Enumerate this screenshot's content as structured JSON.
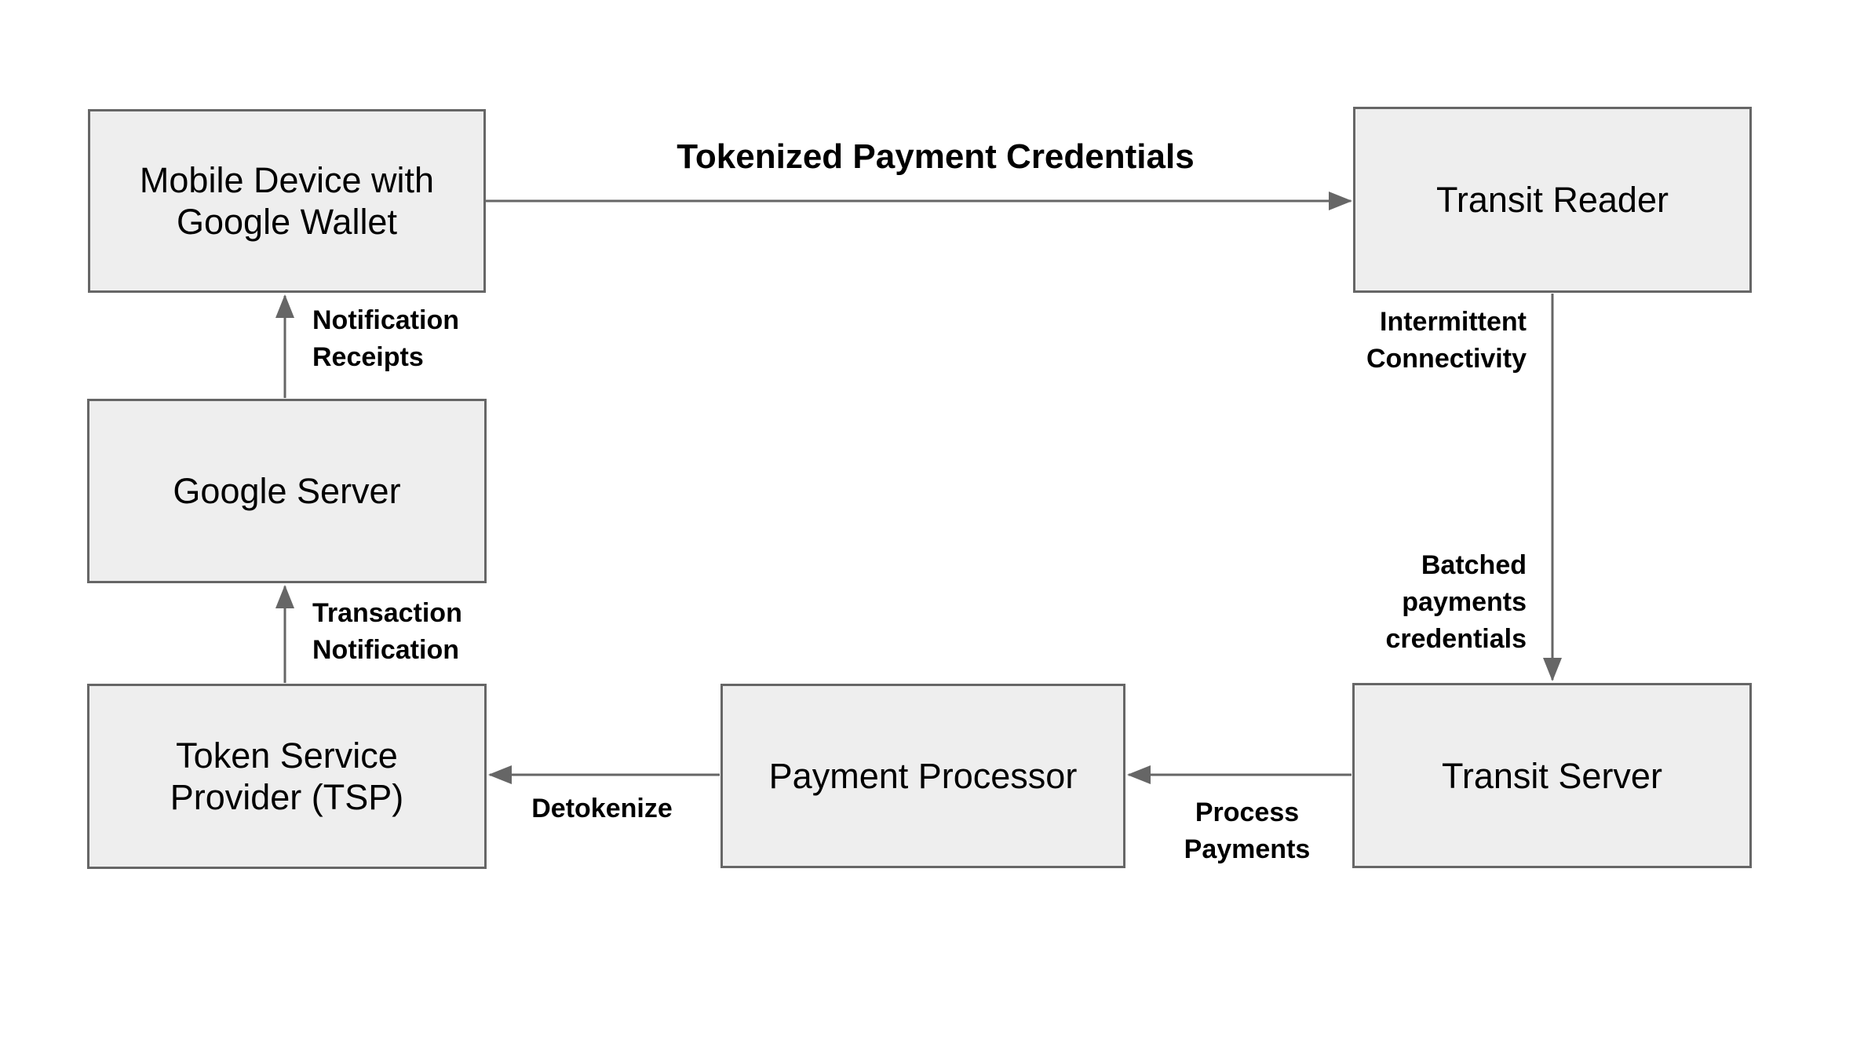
{
  "diagram": {
    "nodes": {
      "mobile_device": {
        "lines": [
          "Mobile Device with",
          "Google Wallet"
        ]
      },
      "transit_reader": {
        "lines": [
          "Transit Reader"
        ]
      },
      "google_server": {
        "lines": [
          "Google Server"
        ]
      },
      "tsp": {
        "lines": [
          "Token Service",
          "Provider (TSP)"
        ]
      },
      "payment_processor": {
        "lines": [
          "Payment Processor"
        ]
      },
      "transit_server": {
        "lines": [
          "Transit Server"
        ]
      }
    },
    "edges": {
      "tokenized": {
        "lines": [
          "Tokenized Payment Credentials"
        ]
      },
      "notification_receipts": {
        "lines": [
          "Notification",
          "Receipts"
        ]
      },
      "transaction_notification": {
        "lines": [
          "Transaction",
          "Notification"
        ]
      },
      "intermittent_connectivity": {
        "lines": [
          "Intermittent",
          "Connectivity"
        ]
      },
      "batched_payments": {
        "lines": [
          "Batched",
          "payments",
          "credentials"
        ]
      },
      "process_payments": {
        "lines": [
          "Process",
          "Payments"
        ]
      },
      "detokenize": {
        "lines": [
          "Detokenize"
        ]
      }
    },
    "colors": {
      "background": "#ffffff",
      "node_fill": "#eeeeee",
      "node_border": "#666666",
      "arrow": "#666666",
      "text": "#000000",
      "label": "#000000"
    }
  }
}
